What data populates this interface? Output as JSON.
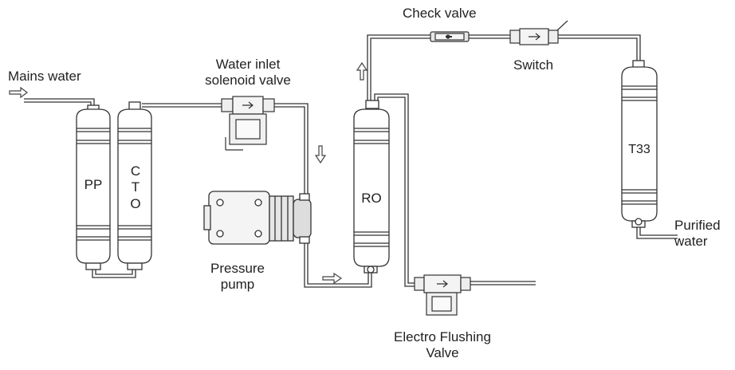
{
  "labels": {
    "mains_water": "Mains water",
    "inlet_valve_line1": "Water inlet",
    "inlet_valve_line2": "solenoid valve",
    "check_valve": "Check valve",
    "switch": "Switch",
    "pressure_pump_line1": "Pressure",
    "pressure_pump_line2": "pump",
    "flushing_valve_line1": "Electro Flushing",
    "flushing_valve_line2": "Valve",
    "purified_line1": "Purified",
    "purified_line2": "water"
  },
  "filters": {
    "pp": "PP",
    "cto": [
      "C",
      "T",
      "O"
    ],
    "ro": "RO",
    "t33": "T33"
  },
  "colors": {
    "line": "#333333",
    "filter_fill": "#ffffff",
    "valve_fill": "#f4f4f4"
  }
}
